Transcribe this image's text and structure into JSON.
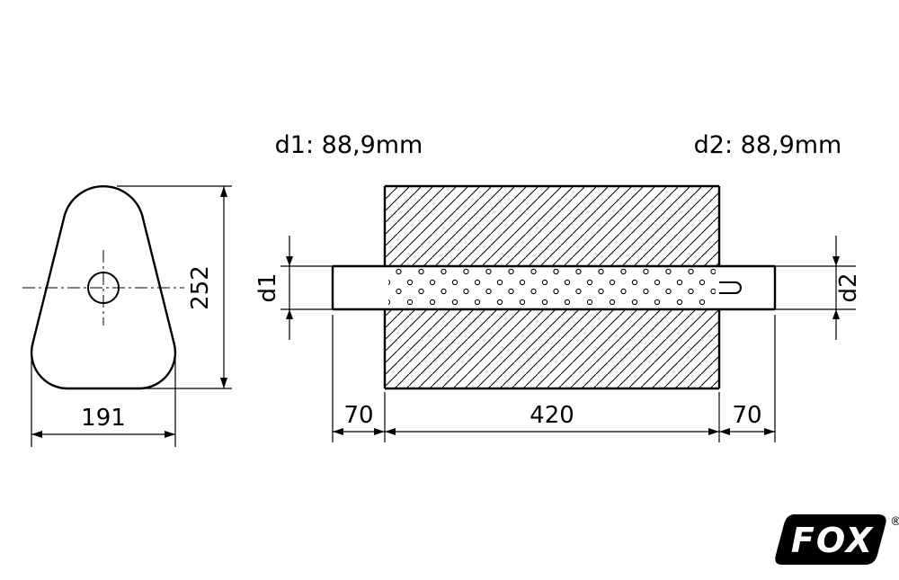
{
  "page": {
    "background": "#ffffff",
    "line_color": "#000000"
  },
  "annotations": {
    "d1_spec": "d1: 88,9mm",
    "d2_spec": "d2: 88,9mm"
  },
  "end_view": {
    "height": "252",
    "width": "191"
  },
  "side_view": {
    "inlet_diameter_label": "d1",
    "outlet_diameter_label": "d2",
    "inlet_length": "70",
    "body_length": "420",
    "outlet_length": "70"
  },
  "logo": {
    "brand": "FOX",
    "registered": "®",
    "bg_color": "#000000",
    "text_color": "#ffffff"
  }
}
